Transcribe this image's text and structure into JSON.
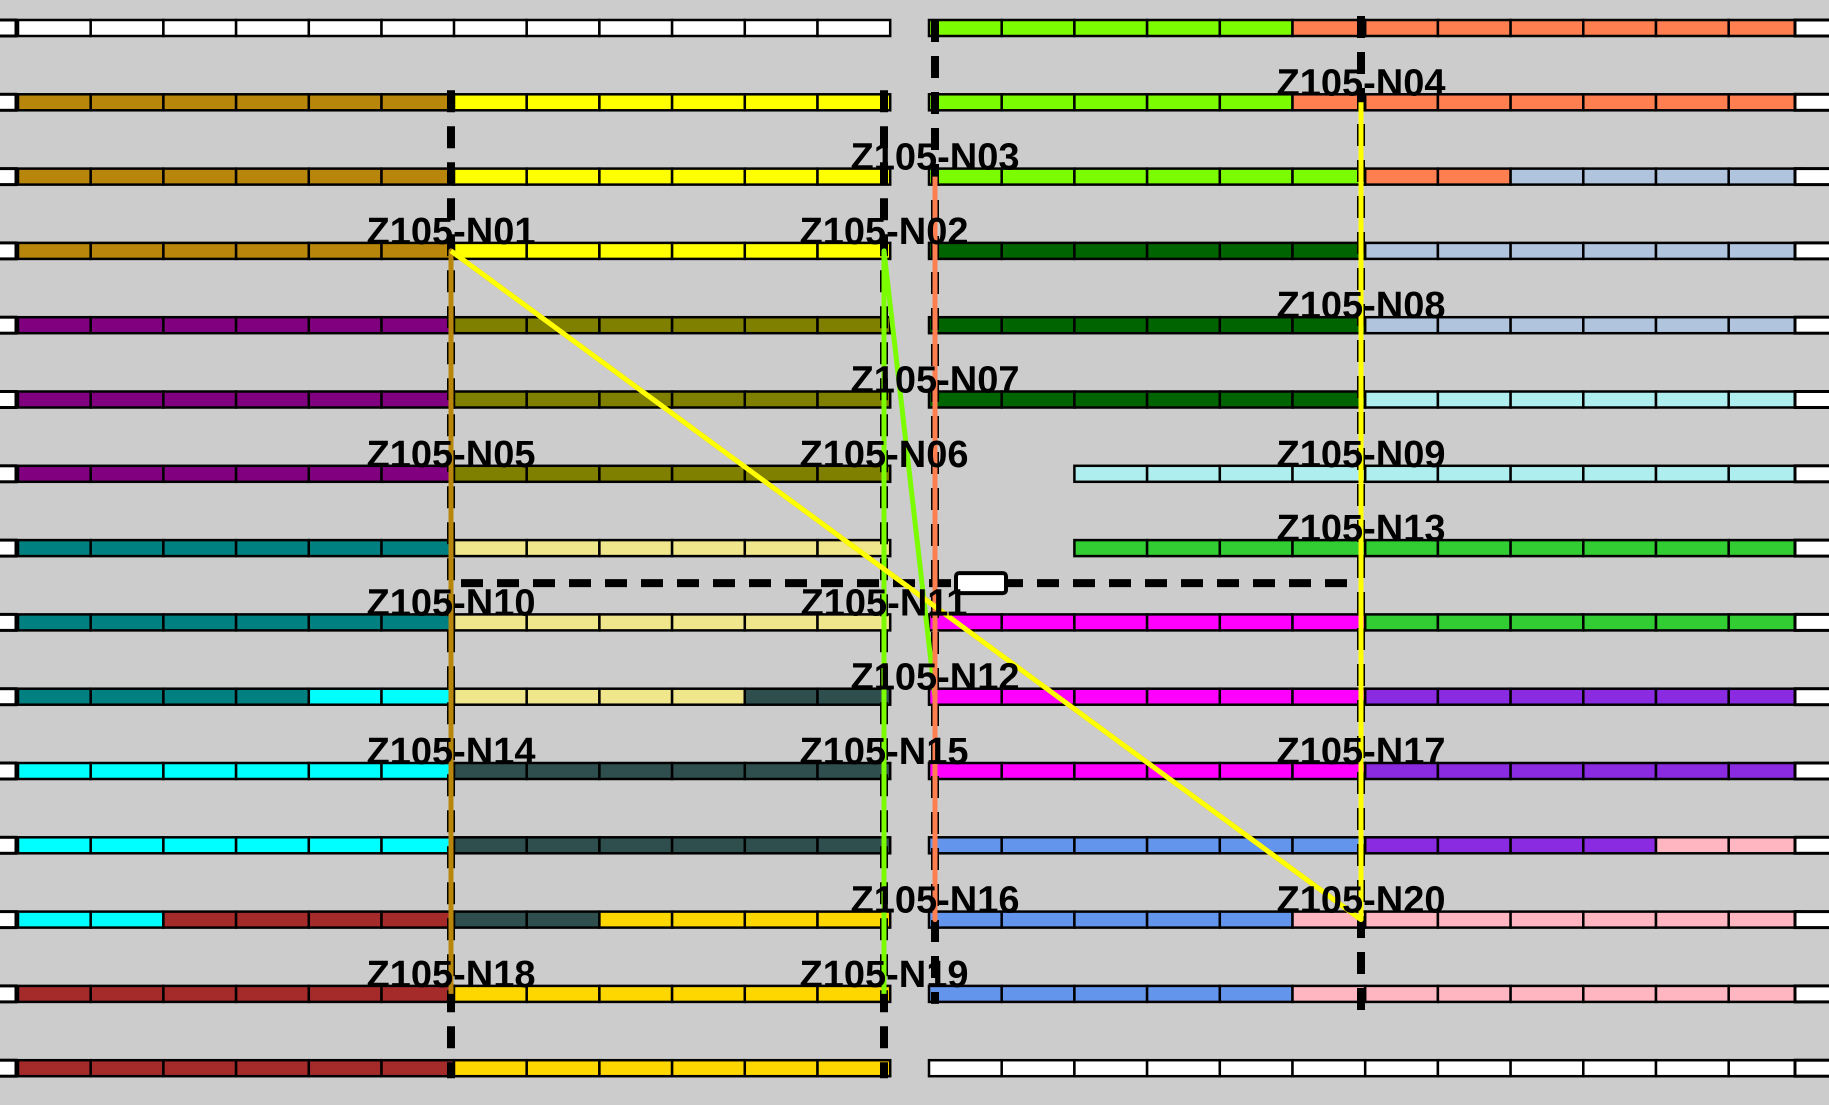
{
  "colors": {
    "background": "#cccccc",
    "outline": "#000000",
    "empty": "#ffffff",
    "goldenrod": "#b8860b",
    "yellow": "#ffff00",
    "lawngreen": "#7cfc00",
    "coral": "#ff7f50",
    "lightsteelblue": "#b0c4de",
    "darkgreen": "#006400",
    "purple": "#800080",
    "olive": "#808000",
    "paleturquoise": "#afeeee",
    "teal": "#008080",
    "khaki": "#f0e68c",
    "limegreen": "#32cd32",
    "magenta": "#ff00ff",
    "cyan": "#00ffff",
    "darkslategray": "#2f4f4f",
    "blueviolet": "#8a2be2",
    "cornflowerblue": "#6495ed",
    "pink": "#ffb6c1",
    "brown": "#a52a2a",
    "gold": "#ffd700"
  },
  "rows": [
    {
      "left": [
        "empty",
        6
      ],
      "mid": [
        "empty",
        6
      ],
      "right": [
        [
          "lawngreen",
          5
        ],
        [
          "coral",
          7
        ]
      ]
    },
    {
      "left": [
        "goldenrod",
        6
      ],
      "mid": [
        "yellow",
        6
      ],
      "right": [
        [
          "lawngreen",
          5
        ],
        [
          "coral",
          7
        ]
      ]
    },
    {
      "left": [
        "goldenrod",
        6
      ],
      "mid": [
        "yellow",
        6
      ],
      "right": [
        [
          "lawngreen",
          6
        ],
        [
          "coral",
          2
        ],
        [
          "lightsteelblue",
          4
        ]
      ]
    },
    {
      "left": [
        "goldenrod",
        6
      ],
      "mid": [
        "yellow",
        6
      ],
      "right": [
        [
          "darkgreen",
          6
        ],
        [
          "lightsteelblue",
          6
        ]
      ]
    },
    {
      "left": [
        "purple",
        6
      ],
      "mid": [
        "olive",
        6
      ],
      "right": [
        [
          "darkgreen",
          6
        ],
        [
          "lightsteelblue",
          6
        ]
      ]
    },
    {
      "left": [
        "purple",
        6
      ],
      "mid": [
        "olive",
        6
      ],
      "right": [
        [
          "darkgreen",
          6
        ],
        [
          "paleturquoise",
          6
        ]
      ]
    },
    {
      "left": [
        "purple",
        6
      ],
      "mid": [
        "olive",
        6
      ],
      "right": [
        [
          "none",
          2
        ],
        [
          "paleturquoise",
          10
        ]
      ]
    },
    {
      "left": [
        "teal",
        6
      ],
      "mid": [
        "khaki",
        6
      ],
      "right": [
        [
          "none",
          2
        ],
        [
          "limegreen",
          10
        ]
      ]
    },
    {
      "left": [
        "teal",
        6
      ],
      "mid": [
        "khaki",
        6
      ],
      "right": [
        [
          "magenta",
          6
        ],
        [
          "limegreen",
          6
        ]
      ]
    },
    {
      "left": [
        [
          "teal",
          4
        ],
        [
          "cyan",
          2
        ]
      ],
      "mid": [
        [
          "khaki",
          4
        ],
        [
          "darkslategray",
          2
        ]
      ],
      "right": [
        [
          "magenta",
          6
        ],
        [
          "blueviolet",
          6
        ]
      ]
    },
    {
      "left": [
        "cyan",
        6
      ],
      "mid": [
        "darkslategray",
        6
      ],
      "right": [
        [
          "magenta",
          6
        ],
        [
          "blueviolet",
          6
        ]
      ]
    },
    {
      "left": [
        "cyan",
        6
      ],
      "mid": [
        "darkslategray",
        6
      ],
      "right": [
        [
          "cornflowerblue",
          6
        ],
        [
          "blueviolet",
          4
        ],
        [
          "pink",
          2
        ]
      ]
    },
    {
      "left": [
        [
          "cyan",
          2
        ],
        [
          "brown",
          4
        ]
      ],
      "mid": [
        [
          "darkslategray",
          2
        ],
        [
          "gold",
          4
        ]
      ],
      "right": [
        [
          "cornflowerblue",
          5
        ],
        [
          "pink",
          7
        ]
      ]
    },
    {
      "left": [
        "brown",
        6
      ],
      "mid": [
        "gold",
        6
      ],
      "right": [
        [
          "cornflowerblue",
          5
        ],
        [
          "pink",
          7
        ]
      ]
    },
    {
      "left": [
        "brown",
        6
      ],
      "mid": [
        "gold",
        6
      ],
      "right": [
        [
          "empty",
          12
        ]
      ]
    }
  ],
  "nodes": [
    {
      "id": "n01",
      "label": "Z105-N01",
      "row": 3,
      "col": "A"
    },
    {
      "id": "n02",
      "label": "Z105-N02",
      "row": 3,
      "col": "B"
    },
    {
      "id": "n03",
      "label": "Z105-N03",
      "row": 2,
      "col": "C"
    },
    {
      "id": "n04",
      "label": "Z105-N04",
      "row": 1,
      "col": "D"
    },
    {
      "id": "n05",
      "label": "Z105-N05",
      "row": 6,
      "col": "A"
    },
    {
      "id": "n06",
      "label": "Z105-N06",
      "row": 6,
      "col": "B"
    },
    {
      "id": "n07",
      "label": "Z105-N07",
      "row": 5,
      "col": "C"
    },
    {
      "id": "n08",
      "label": "Z105-N08",
      "row": 4,
      "col": "D"
    },
    {
      "id": "n09",
      "label": "Z105-N09",
      "row": 6,
      "col": "D"
    },
    {
      "id": "n10",
      "label": "Z105-N10",
      "row": 8,
      "col": "A"
    },
    {
      "id": "n11",
      "label": "Z105-N11",
      "row": 8,
      "col": "B"
    },
    {
      "id": "n12",
      "label": "Z105-N12",
      "row": 9,
      "col": "C"
    },
    {
      "id": "n13",
      "label": "Z105-N13",
      "row": 7,
      "col": "D"
    },
    {
      "id": "n14",
      "label": "Z105-N14",
      "row": 10,
      "col": "A"
    },
    {
      "id": "n15",
      "label": "Z105-N15",
      "row": 10,
      "col": "B"
    },
    {
      "id": "n16",
      "label": "Z105-N16",
      "row": 12,
      "col": "C"
    },
    {
      "id": "n17",
      "label": "Z105-N17",
      "row": 10,
      "col": "D"
    },
    {
      "id": "n18",
      "label": "Z105-N18",
      "row": 13,
      "col": "A"
    },
    {
      "id": "n19",
      "label": "Z105-N19",
      "row": 13,
      "col": "B"
    },
    {
      "id": "n20",
      "label": "Z105-N20",
      "row": 12,
      "col": "D"
    }
  ],
  "paths": [
    {
      "id": "goldenrod-path",
      "color": "goldenrod",
      "nodes": [
        "n18",
        "n01",
        "n20"
      ]
    },
    {
      "id": "lawngreen-path",
      "color": "lawngreen",
      "nodes": [
        "n19",
        "n02",
        "n12"
      ]
    },
    {
      "id": "coral-path",
      "color": "coral",
      "nodes": [
        "n03",
        "n16",
        "n12"
      ]
    },
    {
      "id": "yellow-path",
      "color": "yellow",
      "nodes": [
        "n04",
        "n20",
        "n01"
      ]
    }
  ]
}
